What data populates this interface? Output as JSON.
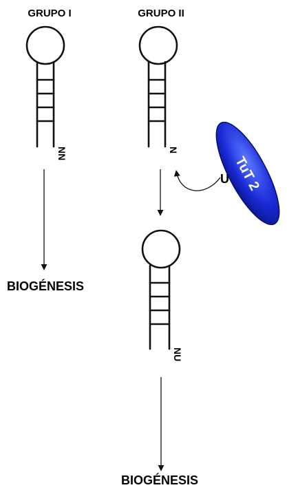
{
  "groups": [
    {
      "title": "GRUPO I",
      "end_label": "NN",
      "result": "BIOGÉNESIS"
    },
    {
      "title": "GRUPO II",
      "end_label": "N",
      "added_nucleotide": "U",
      "enzyme": "TuT 2",
      "modified_end_label": "NU",
      "result": "BIOGÉNESIS"
    }
  ],
  "colors": {
    "enzyme_fill": "#1a2bd6",
    "enzyme_highlight": "#4f6bff",
    "line": "#111111"
  }
}
